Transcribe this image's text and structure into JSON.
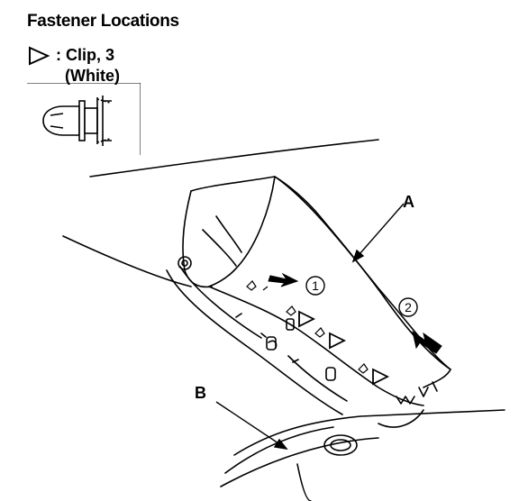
{
  "header": {
    "title": "Fastener Locations"
  },
  "legend": {
    "symbol_icon": "open-triangle-icon",
    "line1": ": Clip, 3",
    "line2": "(White)"
  },
  "callouts": {
    "a": "A",
    "b": "B"
  },
  "steps": {
    "one": "1",
    "two": "2"
  }
}
